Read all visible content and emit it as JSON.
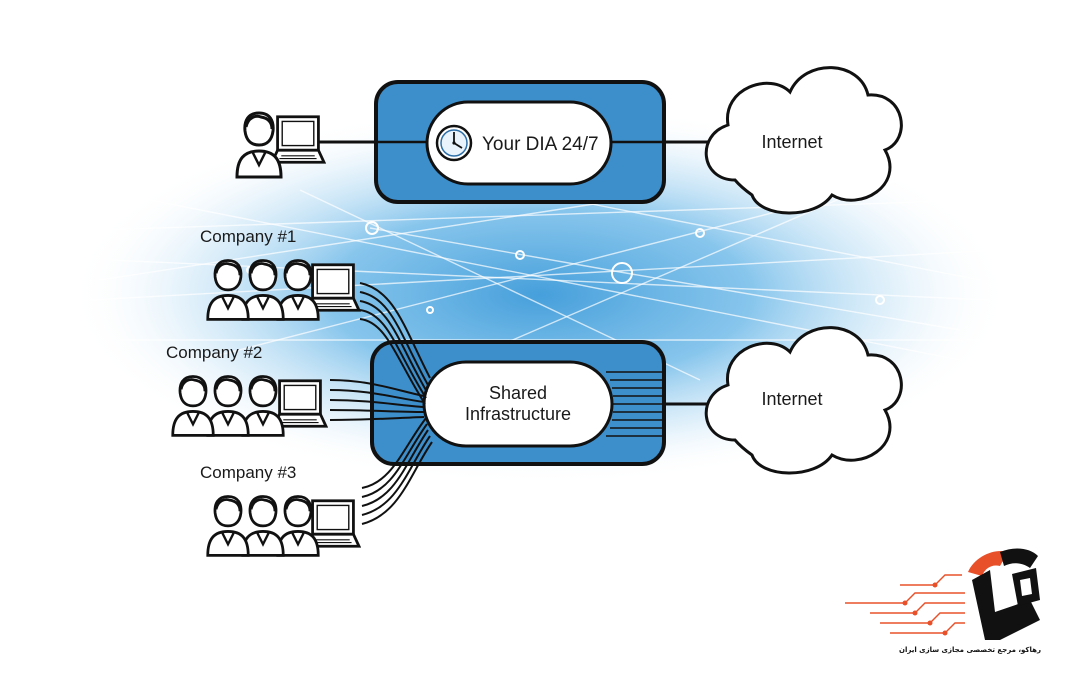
{
  "dedicated": {
    "label": "Your DIA 24/7",
    "icon": "clock-icon"
  },
  "shared": {
    "line1": "Shared",
    "line2": "Infrastructure"
  },
  "internet": {
    "top_label": "Internet",
    "bottom_label": "Internet"
  },
  "companies": [
    {
      "label": "Company #1"
    },
    {
      "label": "Company #2"
    },
    {
      "label": "Company #3"
    }
  ],
  "watermark": {
    "caption": "رهاکو، مرجع تخصصی مجازی سازی ایران",
    "logo": "rahako-logo",
    "accent": "#e8502a"
  },
  "colors": {
    "box_fill": "#3d8fcc",
    "box_stroke": "#111111",
    "background_glow": "#4aa3df"
  }
}
